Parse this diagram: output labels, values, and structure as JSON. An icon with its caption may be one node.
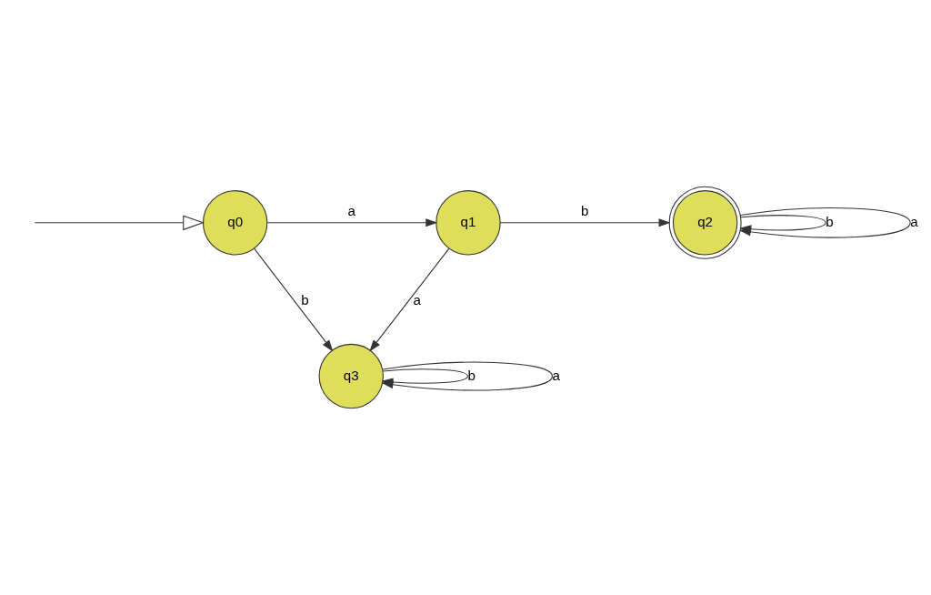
{
  "diagram": {
    "nodes": [
      {
        "text": [
          "q0"
        ]
      },
      {
        "text": [
          "q1"
        ]
      },
      {
        "text": [
          "q2"
        ]
      },
      {
        "text": [
          "q3"
        ]
      }
    ],
    "edges": [
      {
        "from": null,
        "to": 0,
        "arrow": "to"
      },
      {
        "from": 0,
        "to": 1,
        "arrow": "to",
        "label": "a"
      },
      {
        "from": 1,
        "to": 2,
        "arrow": "to",
        "label": "b"
      },
      {
        "from": 2,
        "to": 2,
        "arrow": "to",
        "label": "b"
      },
      {
        "from": 2,
        "to": 2,
        "arrow": "to",
        "label": "a"
      },
      {
        "from": 0,
        "to": 3,
        "arrow": "to",
        "label": "b"
      },
      {
        "from": 3,
        "to": 3,
        "arrow": "to",
        "label": "b"
      },
      {
        "from": 3,
        "to": 3,
        "arrow": "to",
        "label": "a"
      },
      {
        "from": 1,
        "to": 3,
        "arrow": "to",
        "label": "a"
      }
    ]
  }
}
